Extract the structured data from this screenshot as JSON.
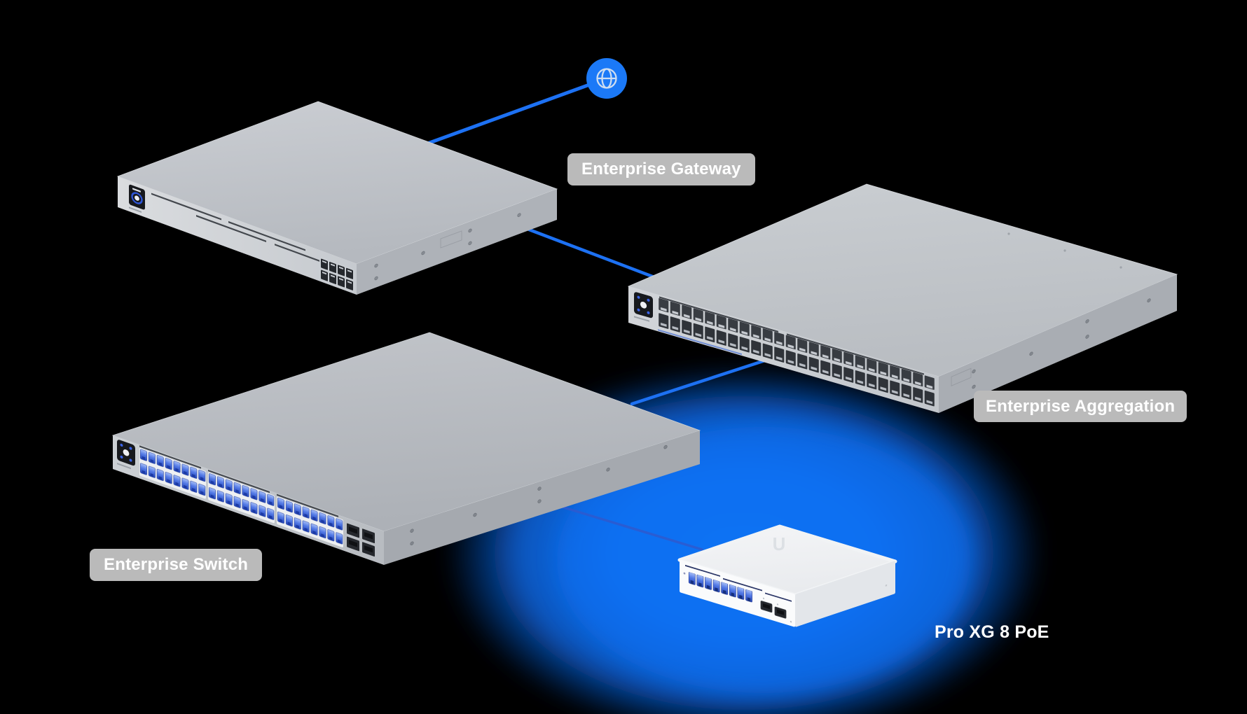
{
  "diagram": {
    "colors": {
      "background": "#000000",
      "link_blue": "#1d71f3",
      "glow_blue": "#0f70f2",
      "label_background": "#bababa",
      "label_text": "#ffffff",
      "globe_badge": "#1b79f7"
    },
    "internet": {
      "icon": "globe-icon"
    },
    "devices": [
      {
        "id": "enterprise-gateway",
        "label": "Enterprise Gateway"
      },
      {
        "id": "enterprise-aggregation",
        "label": "Enterprise Aggregation"
      },
      {
        "id": "enterprise-switch",
        "label": "Enterprise Switch"
      },
      {
        "id": "pro-xg-8-poe",
        "label": "Pro XG 8 PoE"
      }
    ],
    "logo_glyph": "U"
  }
}
